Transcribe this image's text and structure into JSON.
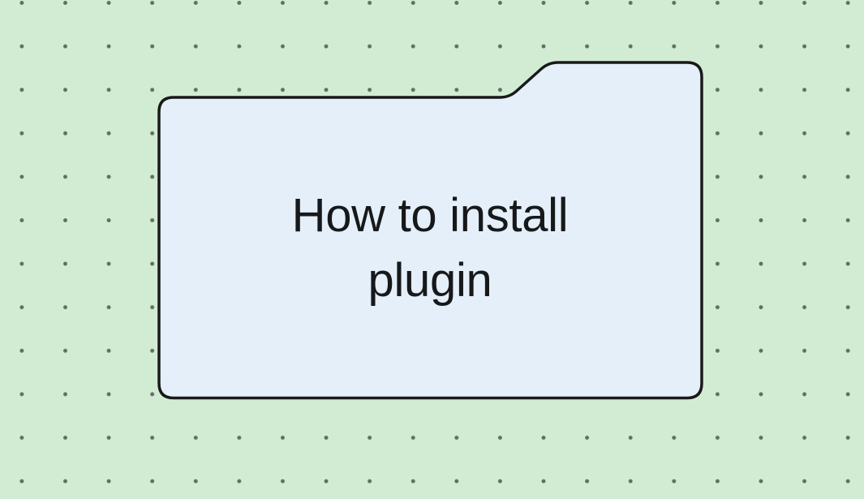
{
  "canvas": {
    "background_color": "#d2ecd4",
    "dot_color": "#616d65"
  },
  "folder_node": {
    "label": "How to install plugin",
    "label_lines": [
      "How to install",
      "plugin"
    ],
    "fill_color": "#e4eff9",
    "stroke_color": "#191919",
    "text_color": "#16181a"
  },
  "colors": {
    "canvas-bg": "#d2ecd4",
    "dot-color": "#616d65",
    "node-fill": "#e4eff9",
    "node-stroke": "#191919",
    "node-text": "#16181a"
  }
}
